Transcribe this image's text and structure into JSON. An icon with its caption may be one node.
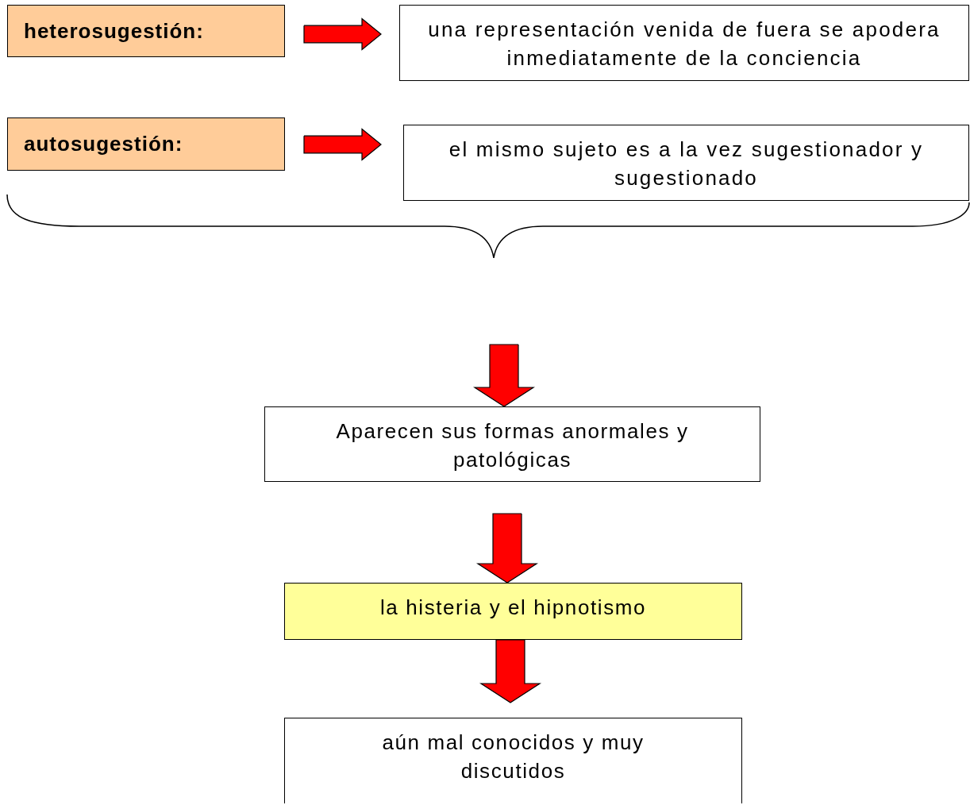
{
  "diagram": {
    "nodes": [
      {
        "text": [
          "heterosugestión:"
        ]
      },
      {
        "text": [
          "una representación venida de fuera se apodera inmediatamente de la conciencia"
        ]
      },
      {
        "text": [
          "autosugestión:"
        ]
      },
      {
        "text": [
          "el mismo sujeto es a la vez sugestionador y sugestionado"
        ]
      },
      {
        "text": [
          "Aparecen sus formas anormales y patológicas"
        ]
      },
      {
        "text": [
          "la histeria y el hipnotismo"
        ]
      },
      {
        "text": [
          "aún mal conocidos y muy discutidos"
        ]
      }
    ],
    "edges": [
      {
        "from": 0,
        "to": 1,
        "arrow": "to"
      },
      {
        "from": 2,
        "to": 3,
        "arrow": "to"
      },
      {
        "from": null,
        "to": 4,
        "arrow": "to"
      },
      {
        "from": 4,
        "to": 5,
        "arrow": "to"
      },
      {
        "from": 5,
        "to": 6,
        "arrow": "to"
      }
    ]
  }
}
